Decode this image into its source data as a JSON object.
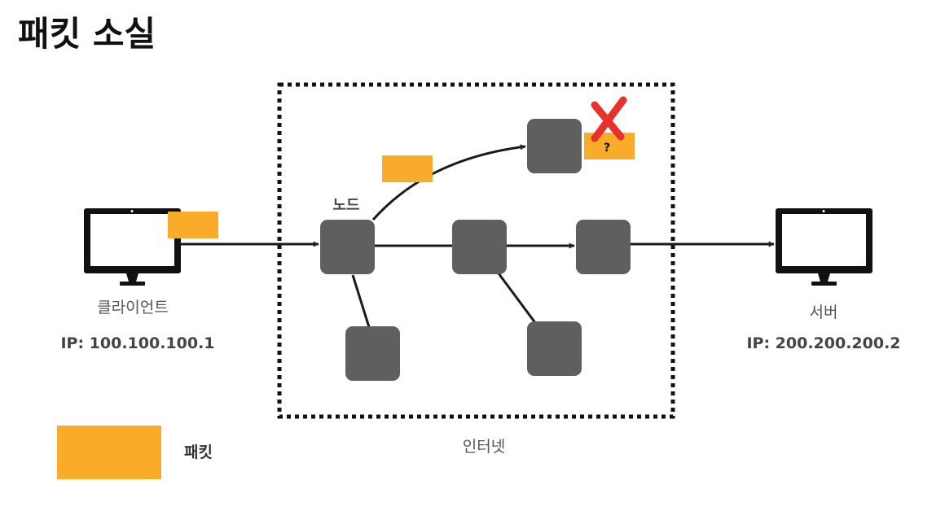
{
  "title": "패킷 소실",
  "client": {
    "label": "클라이언트",
    "ip": "IP: 100.100.100.1"
  },
  "server": {
    "label": "서버",
    "ip": "IP: 200.200.200.2"
  },
  "internet": {
    "label": "인터넷"
  },
  "node": {
    "label": "노드"
  },
  "lost_packet": {
    "mark": "?"
  },
  "legend": {
    "label": "패킷"
  },
  "colors": {
    "packet": "#F9AC2A",
    "node": "#5F5F5F",
    "lost_mark": "#E8312B",
    "monitor": "#111111"
  }
}
